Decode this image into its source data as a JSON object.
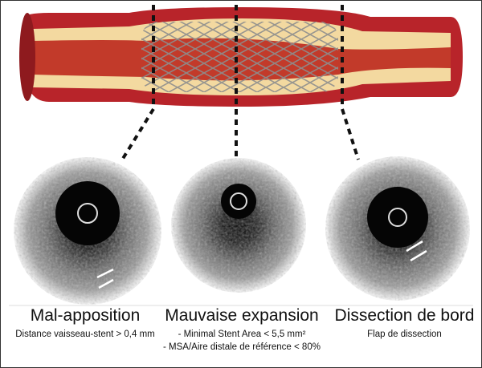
{
  "panels": [
    {
      "title": "Mal-apposition",
      "details": [
        "Distance vaisseau-stent > 0,4 mm"
      ]
    },
    {
      "title": "Mauvaise expansion",
      "details": [
        "- Minimal Stent Area < 5,5 mm²",
        "- MSA/Aire distale de référence < 80%"
      ]
    },
    {
      "title": "Dissection de bord",
      "details": [
        "Flap de dissection"
      ]
    }
  ],
  "colors": {
    "vessel": "#b8242a",
    "plaque": "#f3d9a0",
    "lumen": "#c23a2a",
    "stent": "#9a9a9a"
  }
}
